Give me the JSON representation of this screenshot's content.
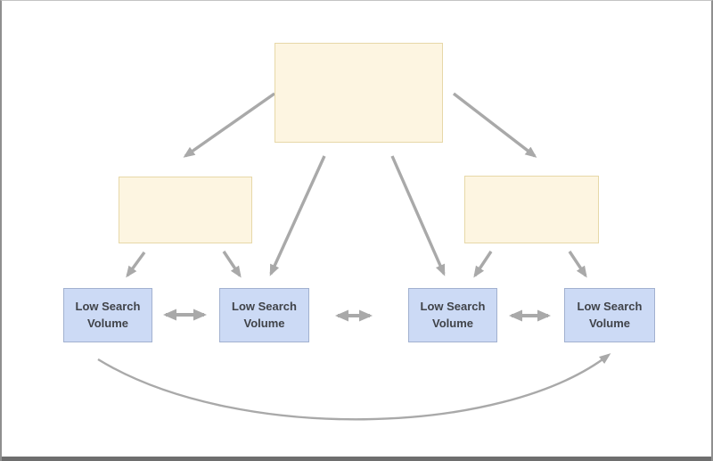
{
  "diagram": {
    "nodes": {
      "top_box": {
        "label": ""
      },
      "mid_left_box": {
        "label": ""
      },
      "mid_right_box": {
        "label": ""
      },
      "leaf_boxes": [
        {
          "label": "Low Search Volume"
        },
        {
          "label": "Low Search Volume"
        },
        {
          "label": "Low Search Volume"
        },
        {
          "label": "Low Search Volume"
        }
      ]
    },
    "colors": {
      "cream_fill": "#fdf5e1",
      "cream_border": "#e7d8a8",
      "blue_fill": "#ccdaf5",
      "blue_border": "#a2b1d0",
      "text": "#404349",
      "arrow": "#a9a9a9",
      "canvas_border": "#8f8f8f",
      "bottom_bar": "#6e6e6e"
    }
  }
}
